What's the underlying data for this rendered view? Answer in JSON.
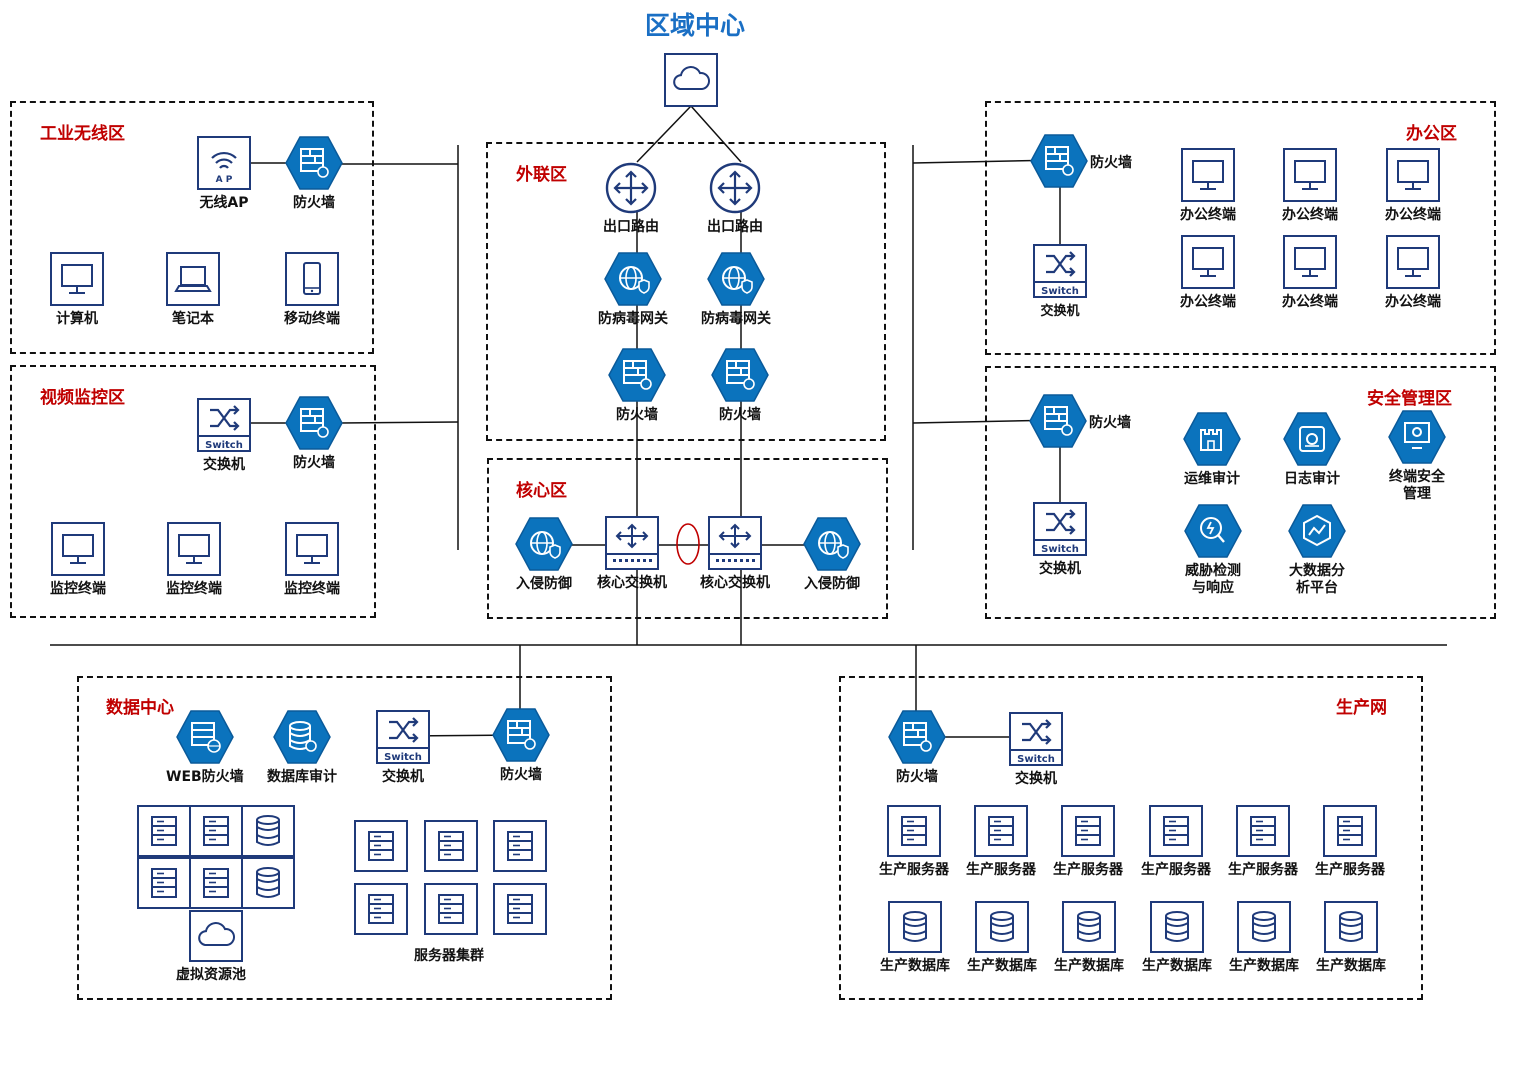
{
  "title": "区域中心",
  "colors": {
    "hex_fill": "#0b73bd",
    "hex_border": "#0a5a9a",
    "box_stroke": "#1f3a7a",
    "zone_title": "#c00000",
    "main_title": "#1a6fc4"
  },
  "zones": {
    "wireless": "工业无线区",
    "video": "视频监控区",
    "external": "外联区",
    "core": "核心区",
    "office": "办公区",
    "security": "安全管理区",
    "datacenter": "数据中心",
    "production": "生产网"
  },
  "labels": {
    "ap": "无线AP",
    "firewall": "防火墙",
    "computer": "计算机",
    "laptop": "笔记本",
    "mobile": "移动终端",
    "switch": "交换机",
    "monitor_terminal": "监控终端",
    "exit_router": "出口路由",
    "antivirus_gateway": "防病毒网关",
    "ips": "入侵防御",
    "core_switch": "核心交换机",
    "office_terminal": "办公终端",
    "ops_audit": "运维审计",
    "log_audit": "日志审计",
    "endpoint_security": "终端安全管理",
    "threat_detection": "威胁检测与响应",
    "bigdata_platform": "大数据分析平台",
    "waf": "WEB防火墙",
    "db_audit": "数据库审计",
    "virtual_pool": "虚拟资源池",
    "server_cluster": "服务器集群",
    "prod_server": "生产服务器",
    "prod_db": "生产数据库"
  },
  "glyphs": {
    "ap_text": "A P",
    "switch_text": "Switch"
  },
  "icons": [
    "cloud-icon",
    "router-icon",
    "antivirus-gateway-icon",
    "firewall-icon",
    "wireless-ap-icon",
    "monitor-icon",
    "laptop-icon",
    "mobile-icon",
    "switch-icon",
    "core-switch-icon",
    "ips-icon",
    "audit-icon",
    "log-audit-icon",
    "endpoint-security-icon",
    "threat-detection-icon",
    "bigdata-icon",
    "waf-icon",
    "database-audit-icon",
    "server-icon",
    "database-icon"
  ]
}
